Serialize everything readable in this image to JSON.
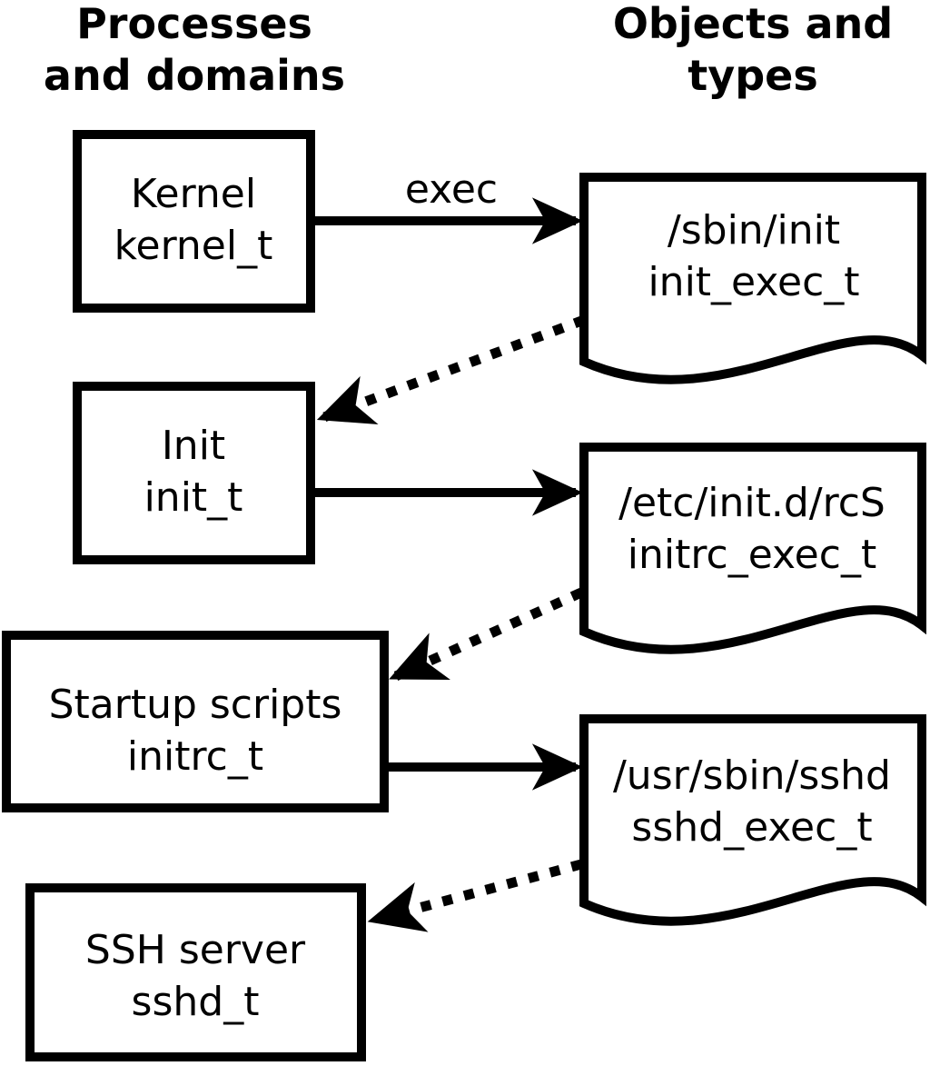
{
  "diagram": {
    "headers": {
      "left_line1": "Processes",
      "left_line2": "and domains",
      "right_line1": "Objects and",
      "right_line2": "types"
    },
    "processes": [
      {
        "name": "Kernel",
        "type": "kernel_t"
      },
      {
        "name": "Init",
        "type": "init_t"
      },
      {
        "name": "Startup scripts",
        "type": "initrc_t"
      },
      {
        "name": "SSH server",
        "type": "sshd_t"
      }
    ],
    "objects": [
      {
        "path": "/sbin/init",
        "type": "init_exec_t"
      },
      {
        "path": "/etc/init.d/rcS",
        "type": "initrc_exec_t"
      },
      {
        "path": "/usr/sbin/sshd",
        "type": "sshd_exec_t"
      }
    ],
    "arrow_label": "exec",
    "colors": {
      "ink": "#000000",
      "paper": "#ffffff"
    }
  }
}
